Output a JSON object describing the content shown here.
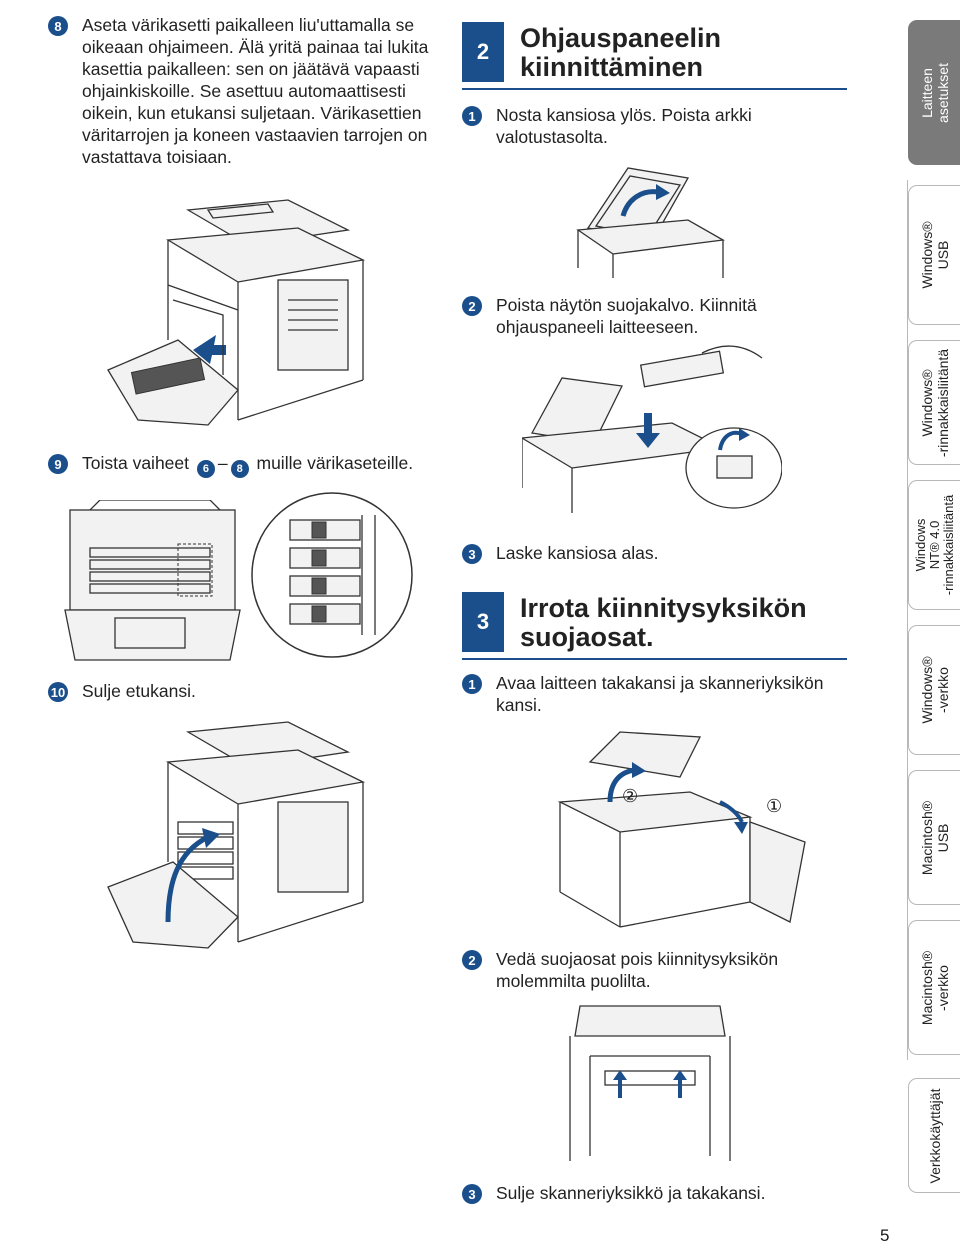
{
  "left": {
    "step8": {
      "num": "8",
      "text": "Aseta värikasetti paikalleen liu'uttamalla se oikeaan ohjaimeen. Älä yritä painaa tai lukita kasettia paikalleen: sen on jäätävä vapaasti ohjainkiskoille. Se asettuu automaattisesti oikein, kun etukansi suljetaan. Värikasettien väritarrojen ja koneen vastaavien tarrojen on vastattava toisiaan."
    },
    "step9": {
      "num": "9",
      "text_before": "Toista vaiheet",
      "ref_from": "6",
      "dash": "–",
      "ref_to": "8",
      "text_after": "muille värikaseteille."
    },
    "step10": {
      "num": "10",
      "text": "Sulje etukansi."
    }
  },
  "section2": {
    "num": "2",
    "title_line1": "Ohjauspaneelin",
    "title_line2": "kiinnittäminen",
    "steps": [
      {
        "num": "1",
        "text": "Nosta kansiosa ylös. Poista arkki valotustasolta."
      },
      {
        "num": "2",
        "text": "Poista näytön suojakalvo. Kiinnitä ohjauspaneeli laitteeseen."
      },
      {
        "num": "3",
        "text": "Laske kansiosa alas."
      }
    ]
  },
  "section3": {
    "num": "3",
    "title_line1": "Irrota kiinnitysyksikön",
    "title_line2": "suojaosat.",
    "steps": [
      {
        "num": "1",
        "text": "Avaa laitteen takakansi ja skanneriyksikön kansi."
      },
      {
        "num": "2",
        "text": "Vedä suojaosat pois kiinnitysyksikön molemmilta puolilta."
      },
      {
        "num": "3",
        "text": "Sulje skanneriyksikkö ja takakansi."
      }
    ],
    "callout1": "①",
    "callout2": "②"
  },
  "tabs": [
    {
      "line1": "Laitteen",
      "line2": "asetukset",
      "line3": ""
    },
    {
      "line1": "Windows®",
      "line2": "USB",
      "line3": ""
    },
    {
      "line1": "Windows®",
      "line2": "-rinnakkaisliitäntä",
      "line3": ""
    },
    {
      "line1": "Windows",
      "line2": "NT® 4.0",
      "line3": "-rinnakkaisliitäntä"
    },
    {
      "line1": "Windows®",
      "line2": "-verkko",
      "line3": ""
    },
    {
      "line1": "Macintosh®",
      "line2": "USB",
      "line3": ""
    },
    {
      "line1": "Macintosh®",
      "line2": "-verkko",
      "line3": ""
    },
    {
      "line1": "Verkkokäyttäjät",
      "line2": "",
      "line3": ""
    }
  ],
  "page_number": "5",
  "colors": {
    "accent": "#1b4f8c",
    "active_tab": "#7a7a7a",
    "tab_border": "#b8b8b8"
  }
}
